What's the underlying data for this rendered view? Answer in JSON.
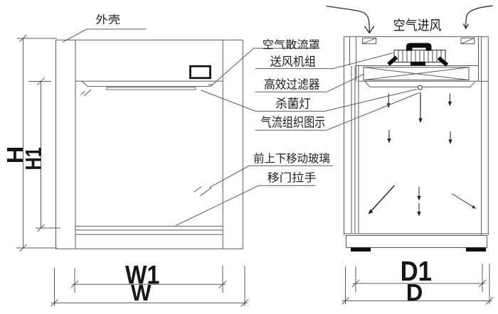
{
  "drawing": {
    "type": "technical-diagram",
    "subject": "laminar flow clean bench front and side section views",
    "colors": {
      "background": "#ffffff",
      "line": "#5a5a5a",
      "ink": "#1f1f1f",
      "bold": "#0c0c0c"
    }
  },
  "callouts": {
    "shell": "外壳",
    "diffuser": "空气散流罩",
    "fan_unit": "送风机组",
    "hepa": "高效过滤器",
    "uv_lamp": "杀菌灯",
    "airflow": "气流组织图示",
    "glass": "前上下移动玻璃",
    "handle": "移门拉手",
    "intake": "空气进风"
  },
  "dimensions": {
    "height": "H",
    "inner_height": "H1",
    "inner_width": "W1",
    "width": "W",
    "inner_depth": "D1",
    "depth": "D"
  }
}
